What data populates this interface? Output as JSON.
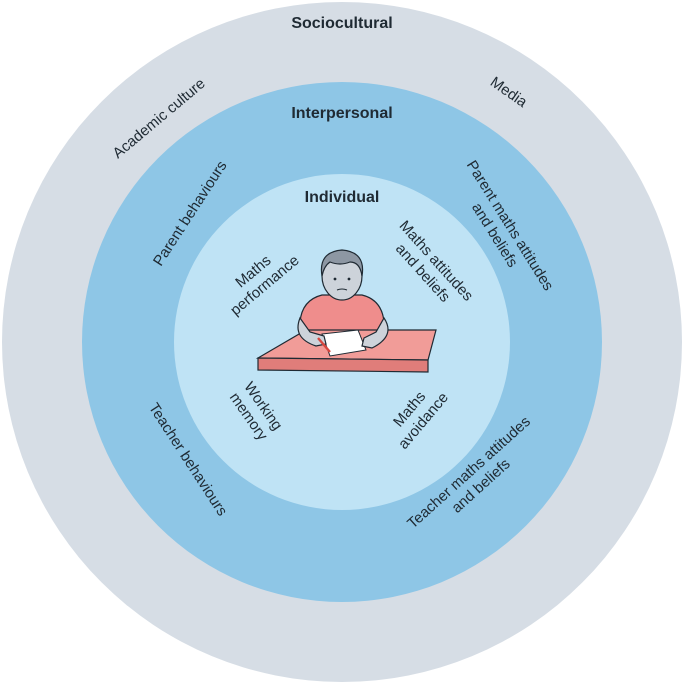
{
  "colors": {
    "outer": "#d6dde5",
    "middle": "#8ec6e6",
    "middle_edge": "#6fa9cf",
    "inner": "#bfe3f5",
    "skin": "#cdd3da",
    "shirt": "#ef8d8c",
    "table": "#f19c98",
    "ink": "#1f2a33"
  },
  "rings": {
    "sociocultural": {
      "title": "Sociocultural",
      "academic_culture": "Academic culture",
      "media": "Media"
    },
    "interpersonal": {
      "title": "Interpersonal",
      "parent_behaviours": "Parent behaviours",
      "parent_beliefs_1": "Parent maths attitudes",
      "parent_beliefs_2": "and beliefs",
      "teacher_behaviours": "Teacher behaviours",
      "teacher_beliefs_1": "Teacher maths attitudes",
      "teacher_beliefs_2": "and beliefs"
    },
    "individual": {
      "title": "Individual",
      "performance_1": "Maths",
      "performance_2": "performance",
      "attitudes_1": "Maths attitudes",
      "attitudes_2": "and beliefs",
      "memory_1": "Working",
      "memory_2": "memory",
      "avoidance_1": "Maths",
      "avoidance_2": "avoidance"
    }
  },
  "illustration": {
    "icon": "child-at-desk-icon"
  }
}
